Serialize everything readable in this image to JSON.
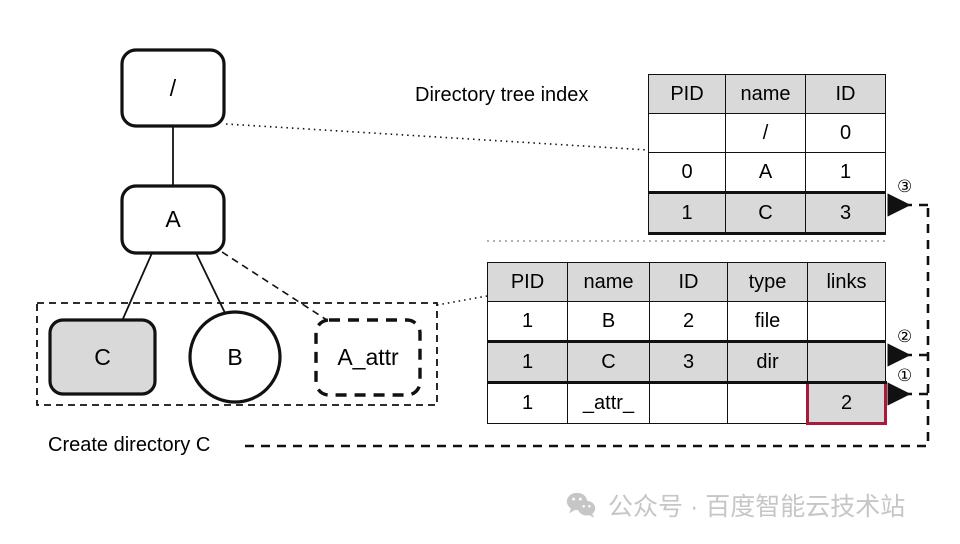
{
  "diagram": {
    "caption": "Create directory C",
    "tree_index_label": "Directory tree index",
    "tree": {
      "root": {
        "label": "/"
      },
      "a": {
        "label": "A"
      },
      "c": {
        "label": "C"
      },
      "b": {
        "label": "B"
      },
      "a_attr": {
        "label": "A_attr"
      }
    },
    "step_markers": [
      {
        "id": "step-1",
        "label": "①"
      },
      {
        "id": "step-2",
        "label": "②"
      },
      {
        "id": "step-3",
        "label": "③"
      }
    ],
    "colors": {
      "stroke": "#111111",
      "fill_gray": "#d9d9d9",
      "accent_red": "#a8193c",
      "watermark": "#c6c6c6"
    }
  },
  "tables": {
    "directory_tree_index": {
      "name": "Directory tree index",
      "columns": [
        "PID",
        "name",
        "ID"
      ],
      "rows": [
        {
          "cells": [
            "",
            "/",
            "0"
          ],
          "highlighted": false
        },
        {
          "cells": [
            "0",
            "A",
            "1"
          ],
          "highlighted": false
        },
        {
          "cells": [
            "1",
            "C",
            "3"
          ],
          "highlighted": true
        }
      ]
    },
    "entry_table": {
      "columns": [
        "PID",
        "name",
        "ID",
        "type",
        "links"
      ],
      "rows": [
        {
          "cells": [
            "1",
            "B",
            "2",
            "file",
            ""
          ],
          "highlighted": false,
          "red_cell_index": -1
        },
        {
          "cells": [
            "1",
            "C",
            "3",
            "dir",
            ""
          ],
          "highlighted": true,
          "red_cell_index": -1
        },
        {
          "cells": [
            "1",
            "_attr_",
            "",
            "",
            "2"
          ],
          "highlighted": false,
          "red_cell_index": 4
        }
      ]
    }
  },
  "watermark": {
    "text": "公众号 · 百度智能云技术站",
    "icon": "wechat-icon"
  }
}
